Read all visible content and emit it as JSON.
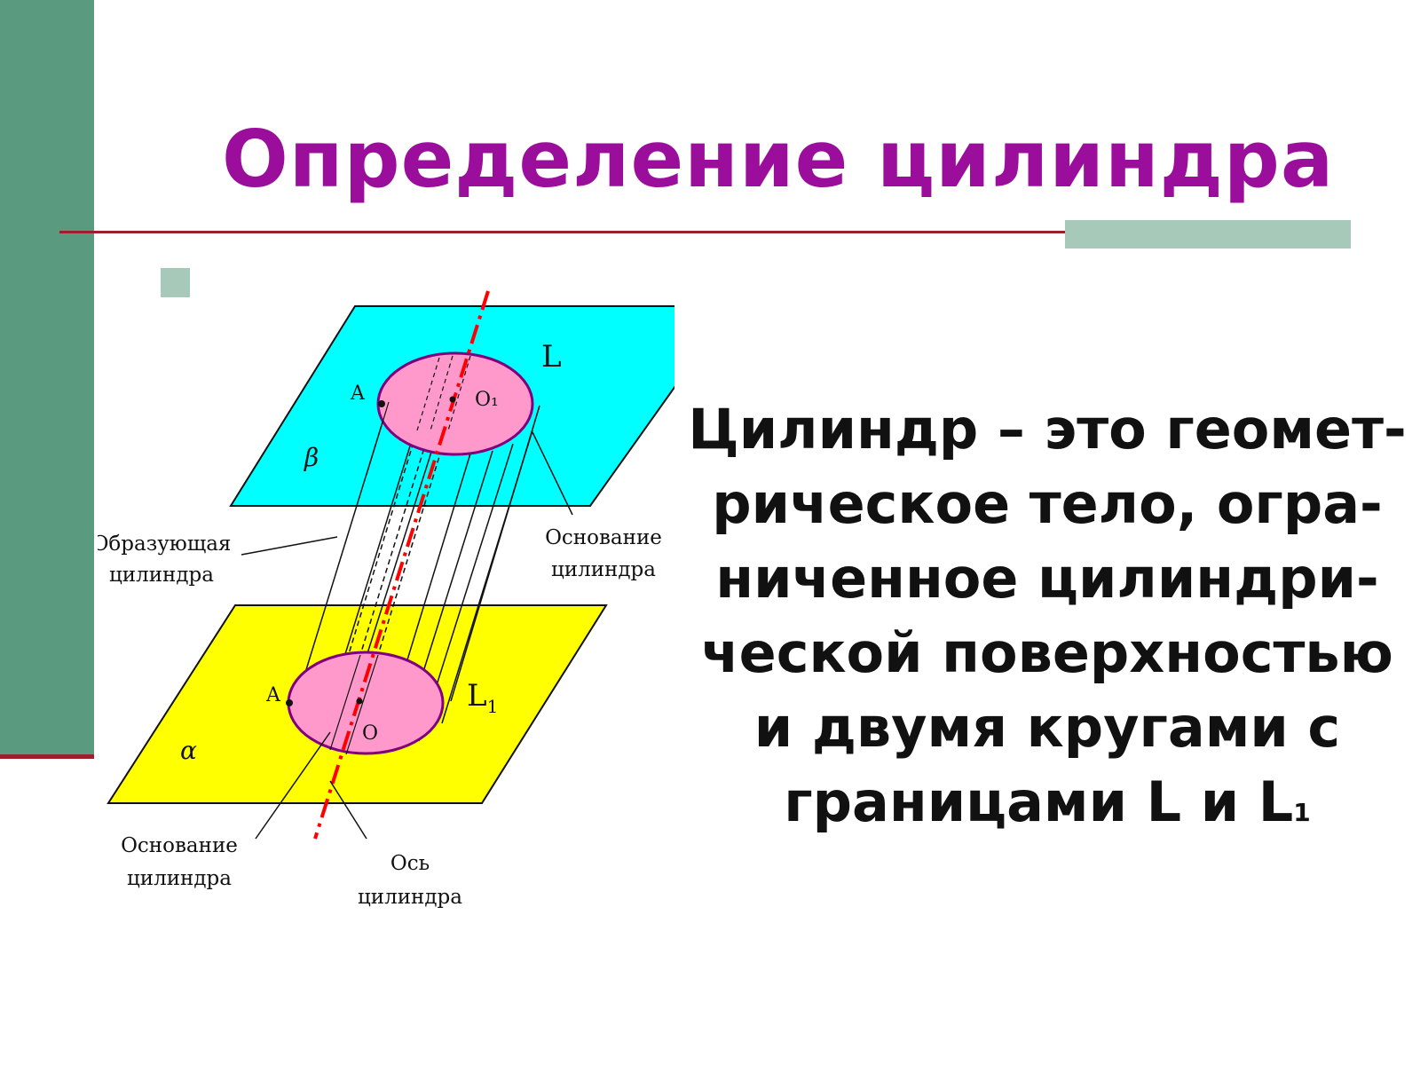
{
  "title": "Определение цилиндра",
  "colors": {
    "title": "#9b0d9b",
    "side_bar": "#5a9a7f",
    "accent": "#a7c9b9",
    "rule": "#9e1f2c",
    "plane_top": "#00ffff",
    "plane_bottom": "#ffff00",
    "base_fill": "#ff99cc",
    "base_stroke": "#800080",
    "axis": "#ff0000"
  },
  "definition": {
    "line1": "Цилиндр – это геомет-",
    "line2": "рическое тело, огра-",
    "line3": "ниченное цилиндри-",
    "line4": "ческой поверхностью",
    "line5": "и двумя кругами с",
    "line6_main": "границами L и L",
    "line6_sub": "1"
  },
  "diagram": {
    "top_circle_label": "L",
    "bottom_circle_label_main": "L",
    "bottom_circle_label_sub": "1",
    "top_plane_label": "β",
    "bottom_plane_label": "α",
    "top_point_label": "A",
    "bottom_point_label": "A",
    "top_center_label": "O₁",
    "bottom_center_label": "O",
    "generatrix_label_1": "Образующая",
    "generatrix_label_2": "цилиндра",
    "top_base_label_1": "Основание",
    "top_base_label_2": "цилиндра",
    "bottom_base_label_1": "Основание",
    "bottom_base_label_2": "цилиндра",
    "axis_label_1": "Ось",
    "axis_label_2": "цилиндра"
  }
}
